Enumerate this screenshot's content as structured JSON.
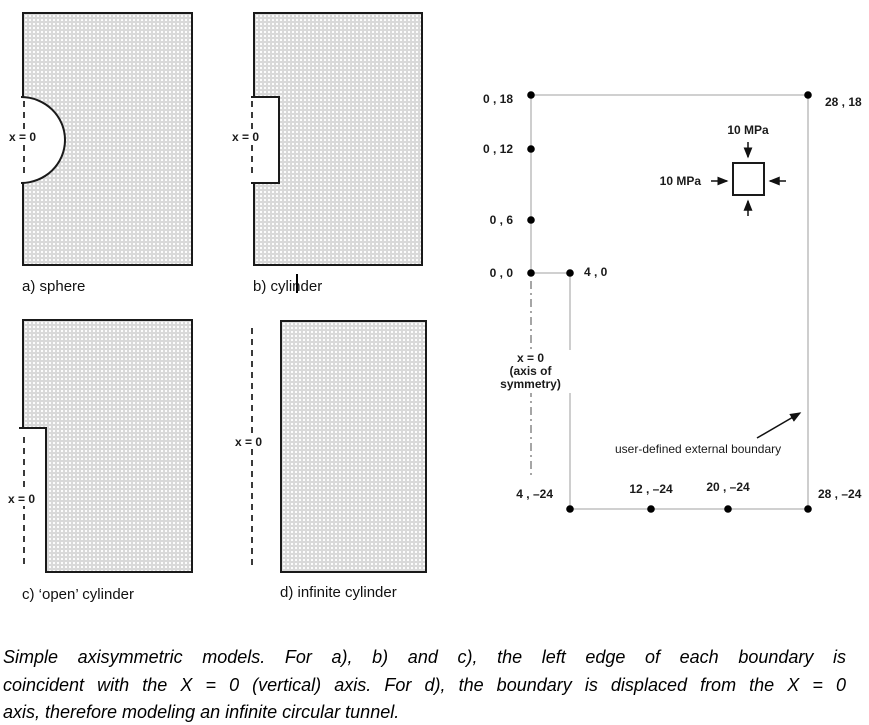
{
  "panels": [
    {
      "axis_label": "x = 0",
      "caption": "a) sphere"
    },
    {
      "axis_label": "x = 0",
      "caption": "b) cylinder"
    },
    {
      "axis_label": "x = 0",
      "caption": "c) ‘open’ cylinder"
    },
    {
      "axis_label": "x = 0",
      "caption": "d) infinite cylinder"
    }
  ],
  "diagram": {
    "labels": {
      "p_0_18": "0 , 18",
      "p_28_18": "28 , 18",
      "p_0_12": "0 , 12",
      "p_0_6": "0 , 6",
      "p_0_0": "0 , 0",
      "p_4_0": "4 , 0",
      "p_4_m24": "4 , –24",
      "p_12_m24": "12 , –24",
      "p_20_m24": "20 , –24",
      "p_28_m24": "28 , –24"
    },
    "pressure_top": "10 MPa",
    "pressure_left": "10 MPa",
    "axis_of_symmetry": [
      "x = 0",
      "(axis of",
      "symmetry)"
    ],
    "external_boundary": "user-defined external boundary"
  },
  "caption": {
    "lines": [
      "Simple axisymmetric models. For a), b) and c), the left edge of each boundary is",
      "coincident with the X = 0 (vertical) axis. For d), the boundary is displaced from the X = 0",
      "axis, therefore modeling an infinite circular tunnel."
    ]
  },
  "colors": {
    "shape_fill": "#d9d9d9",
    "shape_border": "#1a1a1a",
    "boundary_line": "#b3b3b3",
    "axis_line": "#808080",
    "text": "#111111"
  }
}
